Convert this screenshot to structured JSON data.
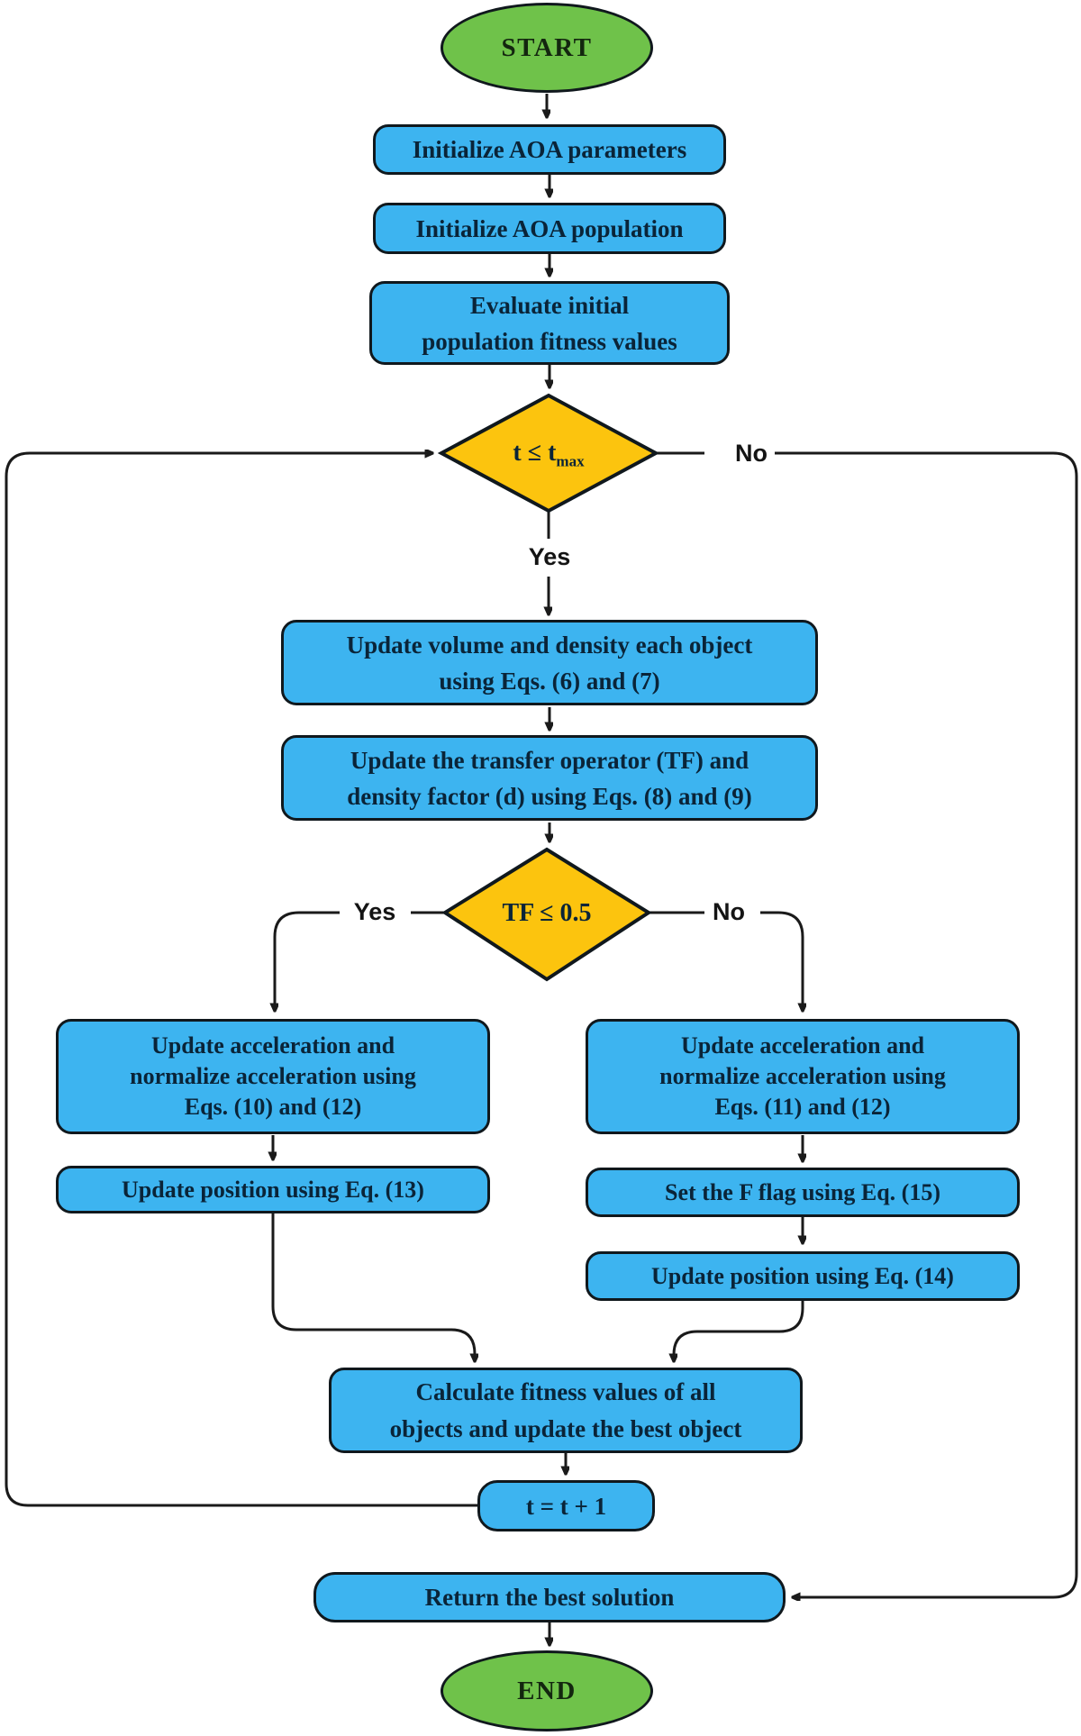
{
  "flowchart": {
    "nodes": {
      "start": {
        "label": "START"
      },
      "init_params": {
        "label": "Initialize AOA parameters"
      },
      "init_population": {
        "label": "Initialize AOA population"
      },
      "evaluate_initial": {
        "lines": [
          "Evaluate initial",
          "population fitness values"
        ]
      },
      "iter_check": {
        "text": "t ≤ t",
        "subscript": "max"
      },
      "update_volume_density": {
        "lines": [
          "Update volume and density each object",
          "using Eqs. (6) and (7)"
        ]
      },
      "update_tf_density": {
        "lines": [
          "Update the transfer operator (TF) and",
          "density factor (d) using Eqs. (8) and (9)"
        ]
      },
      "tf_check": {
        "label": "TF ≤ 0.5"
      },
      "accel_yes": {
        "lines": [
          "Update acceleration and",
          "normalize acceleration using",
          "Eqs. (10) and (12)"
        ]
      },
      "position_yes": {
        "label": "Update position using Eq. (13)"
      },
      "accel_no": {
        "lines": [
          "Update acceleration and",
          "normalize acceleration using",
          "Eqs. (11) and (12)"
        ]
      },
      "set_flag": {
        "label": "Set the F flag using Eq. (15)"
      },
      "position_no": {
        "label": "Update position using Eq. (14)"
      },
      "calc_fitness": {
        "lines": [
          "Calculate fitness values of all",
          "objects and update the best object"
        ]
      },
      "increment": {
        "label": "t = t + 1"
      },
      "return_best": {
        "label": "Return the best solution"
      },
      "end": {
        "label": "END"
      }
    },
    "edge_labels": {
      "iter_yes": "Yes",
      "iter_no": "No",
      "tf_yes": "Yes",
      "tf_no": "No"
    },
    "colors": {
      "terminator_fill": "#6fc24a",
      "process_fill": "#3db4f0",
      "decision_fill": "#fcc40e",
      "outline": "#10181d",
      "text": "#0a2438",
      "connector": "#1a1a1a",
      "background": "#ffffff"
    }
  }
}
